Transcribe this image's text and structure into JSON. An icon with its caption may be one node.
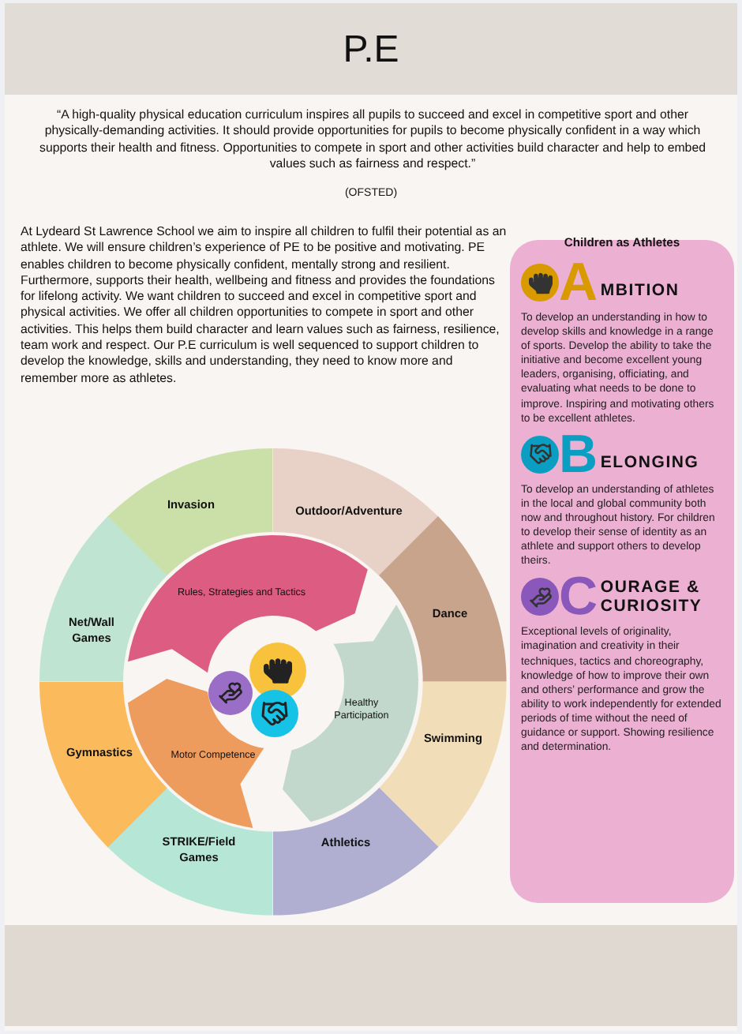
{
  "diagram": {
    "title": "P.E",
    "nodes": [
      {
        "text": [
          "Invasion"
        ]
      },
      {
        "text": [
          "Outdoor/Adventure"
        ]
      },
      {
        "text": [
          "Dance"
        ]
      },
      {
        "text": [
          "Swimming"
        ]
      },
      {
        "text": [
          "Athletics"
        ]
      },
      {
        "text": [
          "STRIKE/Field Games"
        ]
      },
      {
        "text": [
          "Gymnastics"
        ]
      },
      {
        "text": [
          "Net/Wall Games"
        ]
      },
      {
        "text": [
          "Rules, Strategies and Tactics"
        ]
      },
      {
        "text": [
          "Healthy Participation"
        ]
      },
      {
        "text": [
          "Motor Competence"
        ]
      },
      {
        "text": [
          "Children as Athletes",
          "AMBITION",
          "To develop an understanding in how to develop skills and knowledge in a range of sports. Develop the ability to take the initiative and become excellent young leaders, organising, officiating, and evaluating what needs to be done to improve. Inspiring and motivating others to be excellent athletes.",
          "BELONGING",
          "To develop an understanding of athletes in the local and global community both now and throughout history. For children to develop their sense of identity as an athlete and support others to develop theirs.",
          "COURAGE & CURIOSITY",
          "Exceptional levels of originality, imagination and creativity in their techniques, tactics and choreography, knowledge of how to improve their own and others’ performance and grow the ability to work independently for extended periods of time without the need of guidance or support. Showing resilience and determination."
        ]
      }
    ],
    "labels": [
      "“A high-quality physical education curriculum inspires all pupils to succeed and excel in competitive sport and other physically-demanding activities. It should provide opportunities for pupils to become physically confident in a way which supports their health and fitness. Opportunities to compete in sport and other activities build character and help to embed values such as fairness and respect.”",
      "(OFSTED)",
      "At Lydeard St Lawrence School we aim to inspire all children to fulfil their potential as an athlete. We will ensure children’s experience of PE to be positive and motivating. PE enables children to become physically confident, mentally strong and resilient. Furthermore, supports their health, wellbeing and fitness and provides the foundations for lifelong activity. We want children to succeed and excel in competitive sport and physical activities. We offer all children opportunities to compete in sport and other activities. This helps them build character and learn values such as fairness, resilience, team work and respect. Our P.E curriculum is well sequenced to support children to develop the knowledge, skills and understanding, they need to know more and remember more as athletes."
    ]
  }
}
